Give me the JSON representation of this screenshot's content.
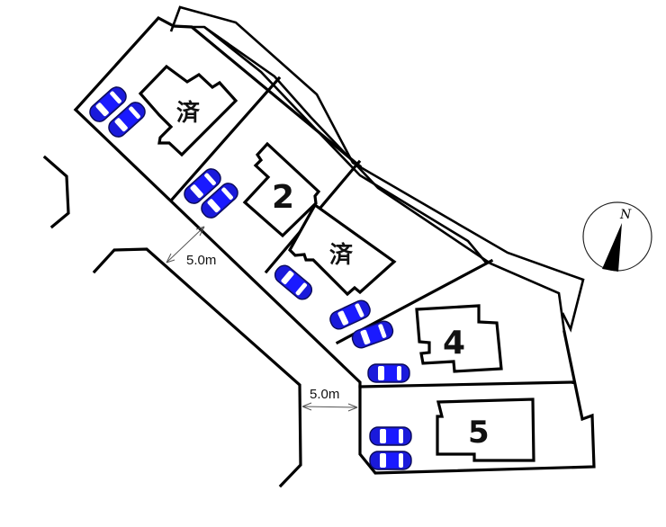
{
  "map": {
    "type": "subdivision-site-plan",
    "lots": [
      {
        "id": "lot-1",
        "label": "済",
        "status": "sold"
      },
      {
        "id": "lot-2",
        "label": "2",
        "status": "available"
      },
      {
        "id": "lot-3",
        "label": "済",
        "status": "sold"
      },
      {
        "id": "lot-4",
        "label": "4",
        "status": "available"
      },
      {
        "id": "lot-5",
        "label": "5",
        "status": "available"
      }
    ],
    "road_widths": [
      {
        "id": "road-upper",
        "label": "5.0m"
      },
      {
        "id": "road-lower",
        "label": "5.0m"
      }
    ],
    "compass": {
      "label": "N"
    },
    "colors": {
      "line": "#000000",
      "car": "#1a1adb",
      "background": "#ffffff"
    }
  }
}
